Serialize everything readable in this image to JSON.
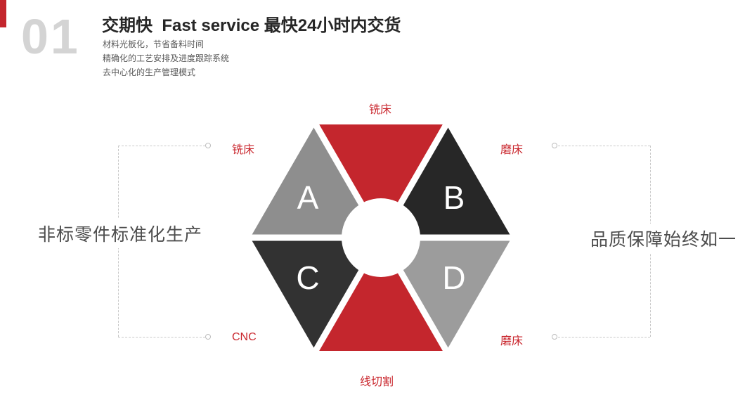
{
  "header": {
    "index": "01",
    "title": "交期快  Fast service 最快24小时内交货",
    "subtitles": [
      "材料光板化，节省备料时间",
      "精确化的工艺安排及进度跟踪系统",
      "去中心化的生产管理模式"
    ]
  },
  "diagram": {
    "segments": {
      "top": {
        "color": "#c4262d",
        "label": "铣床"
      },
      "upper_left": {
        "color": "#8e8e8e",
        "letter": "A",
        "label": "铣床"
      },
      "upper_right": {
        "color": "#272727",
        "letter": "B",
        "label": "磨床"
      },
      "lower_left": {
        "color": "#323232",
        "letter": "C",
        "label": "CNC"
      },
      "lower_right": {
        "color": "#9c9c9c",
        "letter": "D",
        "label": "磨床"
      },
      "bottom": {
        "color": "#c4262d",
        "label": "线切割"
      }
    }
  },
  "side_text": {
    "left": "非标零件标准化生产",
    "right": "品质保障始终如一"
  },
  "colors": {
    "accent_red": "#c4262d",
    "label_red": "#c9252c",
    "number_gray": "#d4d4d4",
    "side_text_gray": "#4d4d4d",
    "connector_gray": "#c9c9c9"
  }
}
